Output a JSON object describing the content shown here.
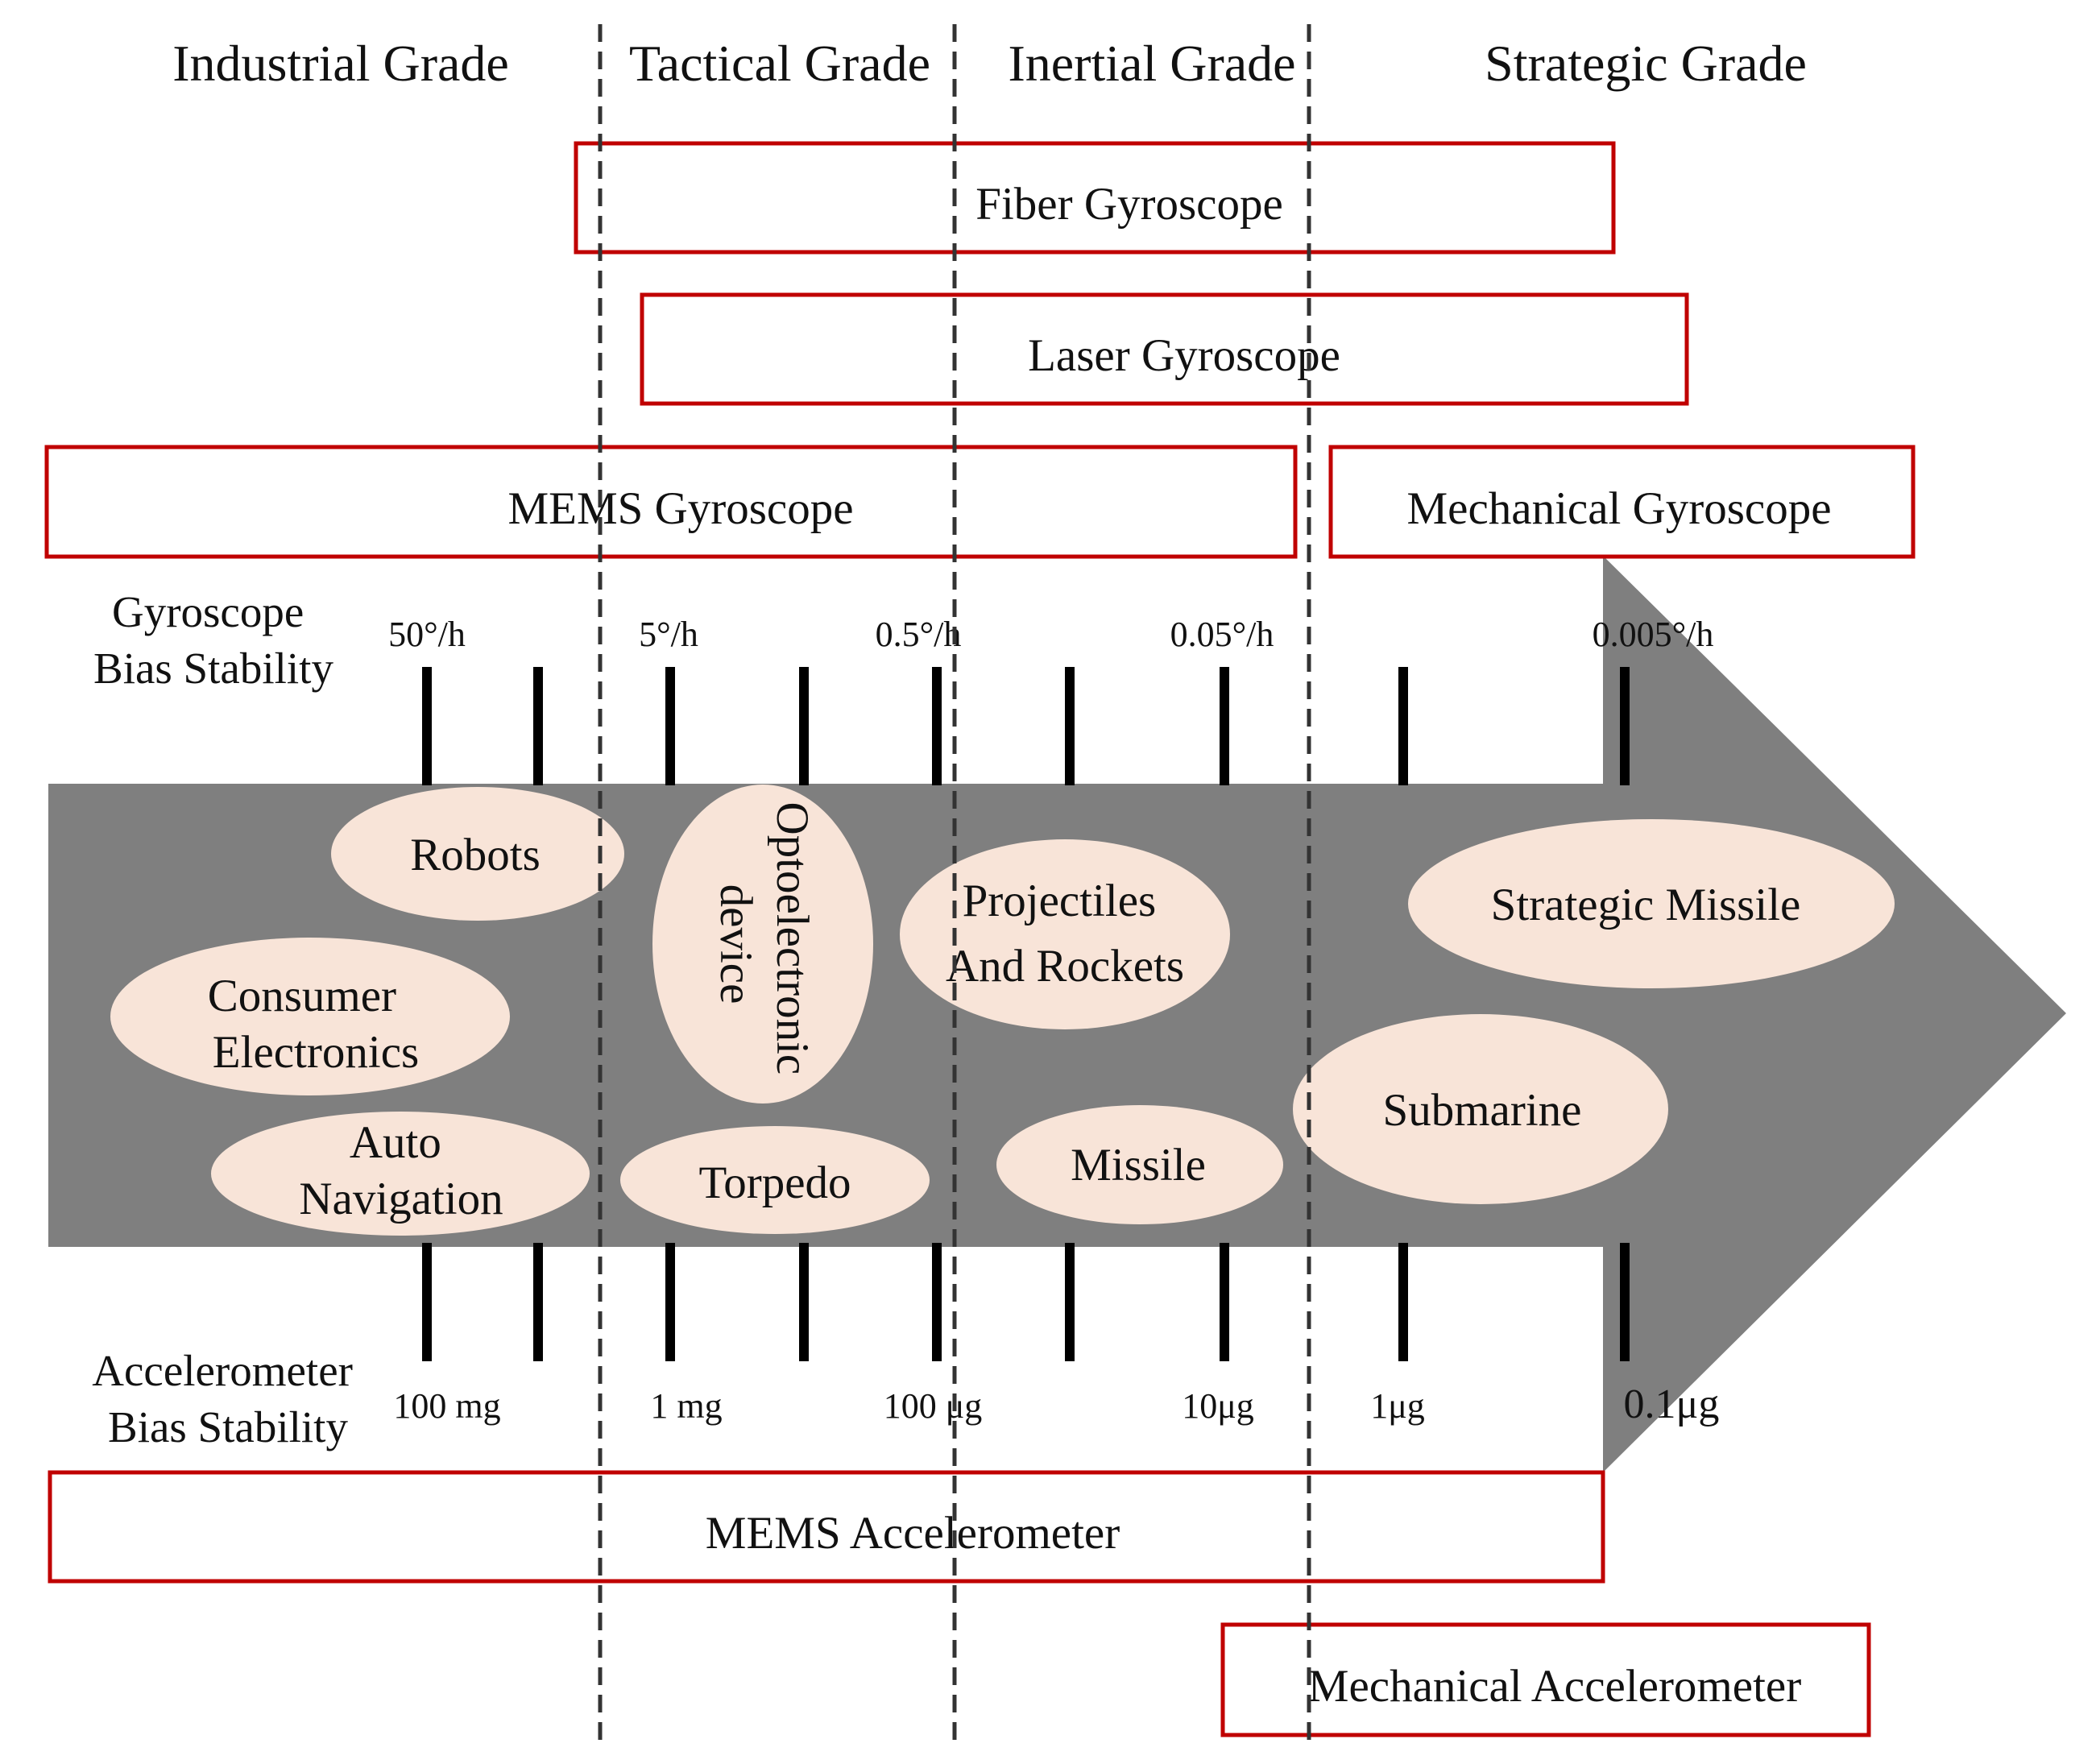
{
  "colors": {
    "box_border": "#c00000",
    "arrow_fill": "#7f7f7f",
    "ellipse_fill": "#f8e4d8",
    "tick_color": "#000000",
    "divider_color": "#333333"
  },
  "grades": {
    "industrial": "Industrial Grade",
    "tactical": "Tactical Grade",
    "inertial": "Inertial Grade",
    "strategic": "Strategic Grade"
  },
  "sensors": {
    "fiber_gyroscope": "Fiber Gyroscope",
    "laser_gyroscope": "Laser Gyroscope",
    "mems_gyroscope": "MEMS Gyroscope",
    "mechanical_gyroscope": "Mechanical Gyroscope",
    "mems_accelerometer": "MEMS Accelerometer",
    "mechanical_accelerometer": "Mechanical Accelerometer"
  },
  "axes": {
    "gyro_label": [
      "Gyroscope",
      "Bias Stability"
    ],
    "accel_label": [
      "Accelerometer",
      "Bias Stability"
    ],
    "gyro_ticks": [
      "50°/h",
      "5°/h",
      "0.5°/h",
      "0.05°/h",
      "0.005°/h"
    ],
    "accel_ticks": [
      "100 mg",
      "1 mg",
      "100 μg",
      "10μg",
      "1μg",
      "0.1μg"
    ]
  },
  "applications": {
    "robots": "Robots",
    "optoelectronic": [
      "Optoelectronic",
      "device"
    ],
    "projectiles": [
      "Projectiles",
      "And Rockets"
    ],
    "strategic_missile": "Strategic Missile",
    "consumer": [
      "Consumer",
      "Electronics"
    ],
    "auto_navigation": [
      "Auto",
      "Navigation"
    ],
    "torpedo": "Torpedo",
    "missile": "Missile",
    "submarine": "Submarine"
  }
}
